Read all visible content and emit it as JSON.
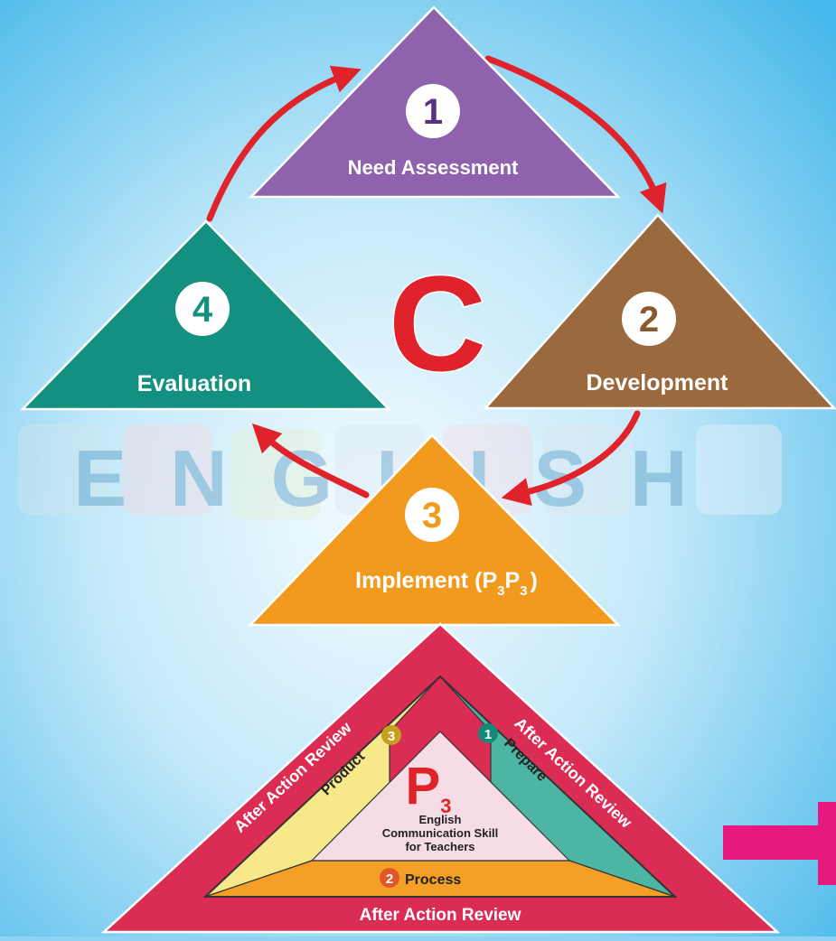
{
  "stages": [
    {
      "number": "1",
      "label": "Need Assessment",
      "color": "#8f62ad",
      "number_color": "#5a2f86"
    },
    {
      "number": "2",
      "label": "Development",
      "color": "#9a6a3e",
      "number_color": "#8a5a2e"
    },
    {
      "number": "3",
      "label": "Implement (P",
      "sub_a": "3",
      "mid": "P",
      "sub_b": "3",
      "close": ")",
      "color": "#f29a1d",
      "number_color": "#f29a1d"
    },
    {
      "number": "4",
      "label": "Evaluation",
      "color": "#13907f",
      "number_color": "#13907f"
    }
  ],
  "center_letter": "C",
  "background_word": "ENGLISH",
  "p3_model": {
    "review_left": "After Action Review",
    "review_right": "After Action Review",
    "review_bottom": "After Action Review",
    "product": {
      "number": "3",
      "label": "Product"
    },
    "prepare": {
      "number": "1",
      "label": "Prepare"
    },
    "process": {
      "number": "2",
      "label": "Process"
    },
    "center_letter": "P",
    "center_sub": "3",
    "center_text_line1": "English",
    "center_text_line2": "Communication Skill",
    "center_text_line3": "for Teachers"
  },
  "colors": {
    "arrow": "#e0232b",
    "outer_triangle": "#db2c54",
    "yellow_panel": "#f7e98a",
    "teal_panel": "#4cb5a4",
    "orange_panel": "#f4a026",
    "center_panel": "#f6dce4",
    "pink_arrow": "#e6197f"
  }
}
